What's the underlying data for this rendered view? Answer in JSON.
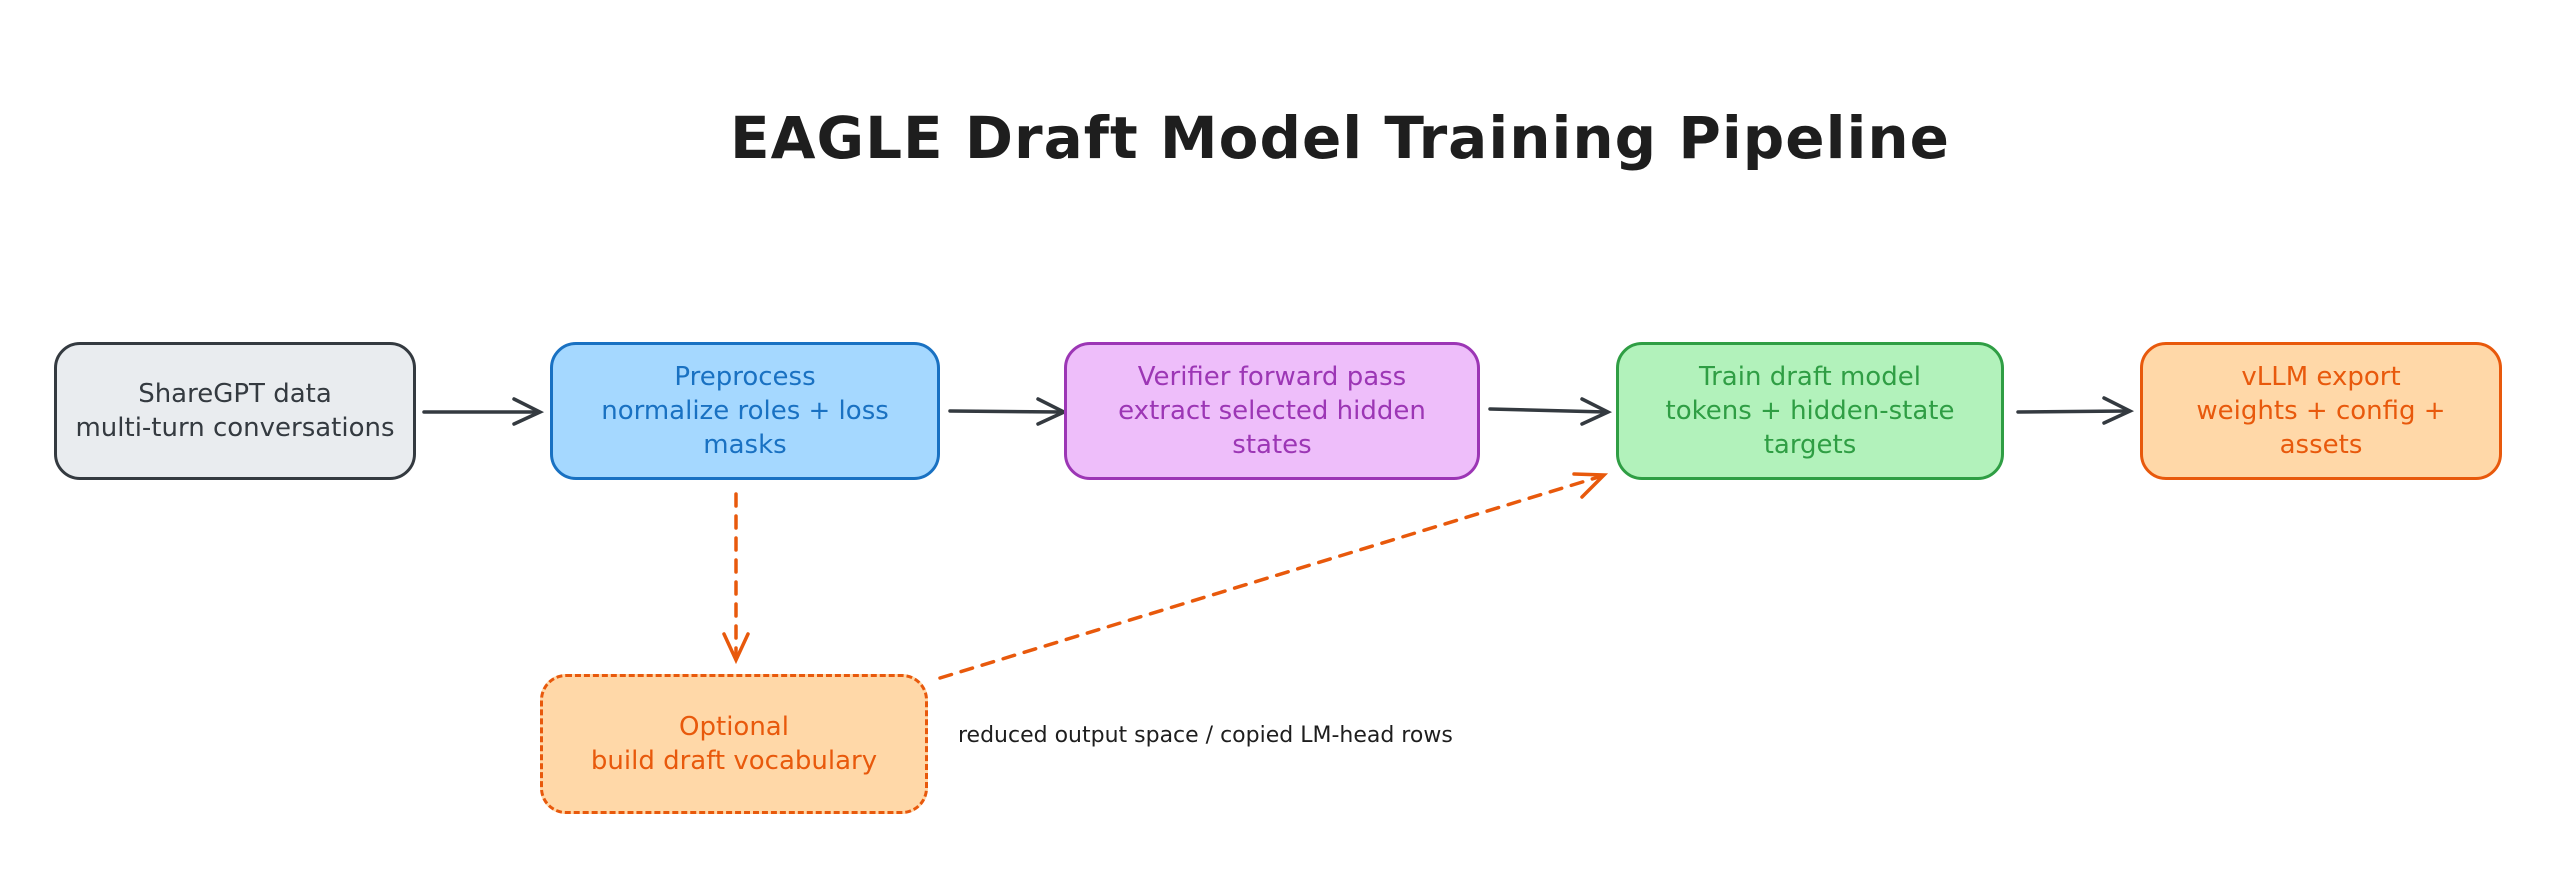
{
  "title": "EAGLE Draft Model Training Pipeline",
  "colors": {
    "stroke": "#343a40",
    "gray_fill": "#e9ecef",
    "blue_fill": "#a5d8ff",
    "blue_stroke": "#1971c2",
    "purple_fill": "#eebefa",
    "purple_stroke": "#9c36b5",
    "green_fill": "#b2f2bb",
    "green_stroke": "#2f9e44",
    "orange_fill": "#ffd8a8",
    "orange_stroke": "#e8590c"
  },
  "nodes": [
    {
      "id": "sharegpt",
      "lines": [
        "ShareGPT data",
        "multi-turn conversations"
      ]
    },
    {
      "id": "preprocess",
      "lines": [
        "Preprocess",
        "normalize roles + loss",
        "masks"
      ]
    },
    {
      "id": "verifier",
      "lines": [
        "Verifier forward pass",
        "extract selected hidden",
        "states"
      ]
    },
    {
      "id": "train",
      "lines": [
        "Train draft model",
        "tokens + hidden-state",
        "targets"
      ]
    },
    {
      "id": "export",
      "lines": [
        "vLLM export",
        "weights + config +",
        "assets"
      ]
    },
    {
      "id": "vocab",
      "lines": [
        "Optional",
        "build draft vocabulary"
      ]
    }
  ],
  "edges": [
    {
      "from": "sharegpt",
      "to": "preprocess",
      "style": "solid"
    },
    {
      "from": "preprocess",
      "to": "verifier",
      "style": "solid"
    },
    {
      "from": "verifier",
      "to": "train",
      "style": "solid"
    },
    {
      "from": "train",
      "to": "export",
      "style": "solid"
    },
    {
      "from": "preprocess",
      "to": "vocab",
      "style": "dashed"
    },
    {
      "from": "vocab",
      "to": "train",
      "style": "dashed",
      "label": "reduced output space / copied LM-head rows"
    }
  ]
}
